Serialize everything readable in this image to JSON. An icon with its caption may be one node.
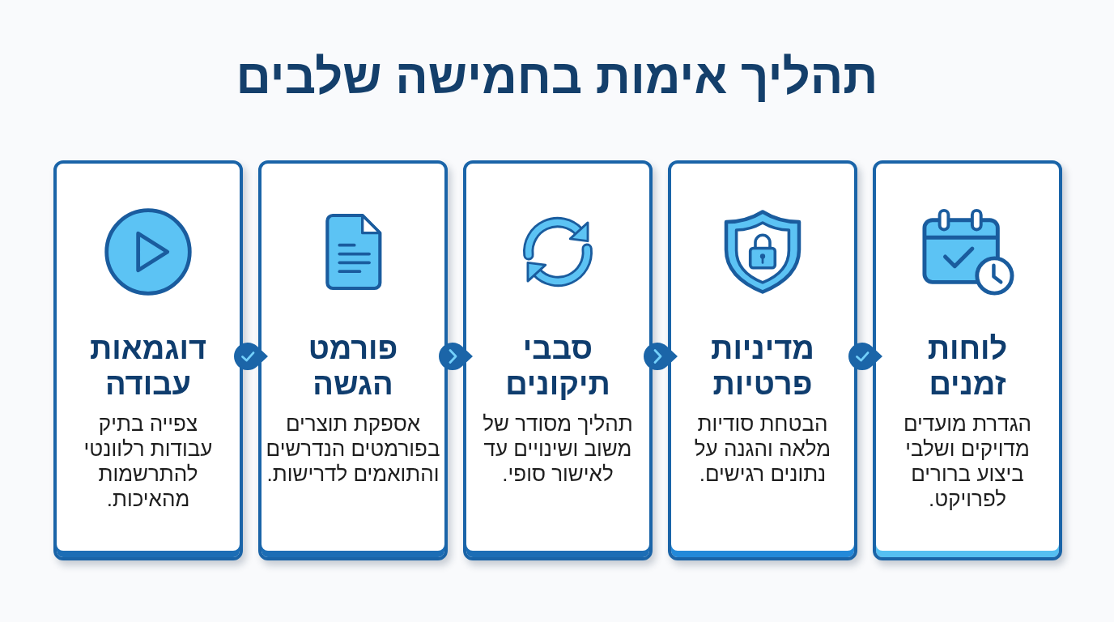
{
  "diagram": {
    "title": "תהליך אימות בחמישה שלבים",
    "nodes": [
      {
        "text": [
          "לוחות זמנים",
          "הגדרת מועדים מדויקים ושלבי ביצוע ברורים לפרויקט."
        ]
      },
      {
        "text": [
          "מדיניות פרטיות",
          "הבטחת סודיות מלאה והגנה על נתונים רגישים."
        ]
      },
      {
        "text": [
          "סבבי תיקונים",
          "תהליך מסודר של משוב ושינויים עד לאישור סופי."
        ]
      },
      {
        "text": [
          "פורמט הגשה",
          "אספקת תוצרים בפורמטים הנדרשים והתואמים לדרישות."
        ]
      },
      {
        "text": [
          "דוגמאות עבודה",
          "צפייה בתיק עבודות רלוונטי להתרשמות מהאיכות."
        ]
      }
    ],
    "edges": [
      {
        "from": 1,
        "to": 0,
        "arrow": "to"
      },
      {
        "from": 2,
        "to": 1,
        "arrow": "to"
      },
      {
        "from": 3,
        "to": 2,
        "arrow": "to"
      },
      {
        "from": 4,
        "to": 3,
        "arrow": "to"
      }
    ]
  }
}
